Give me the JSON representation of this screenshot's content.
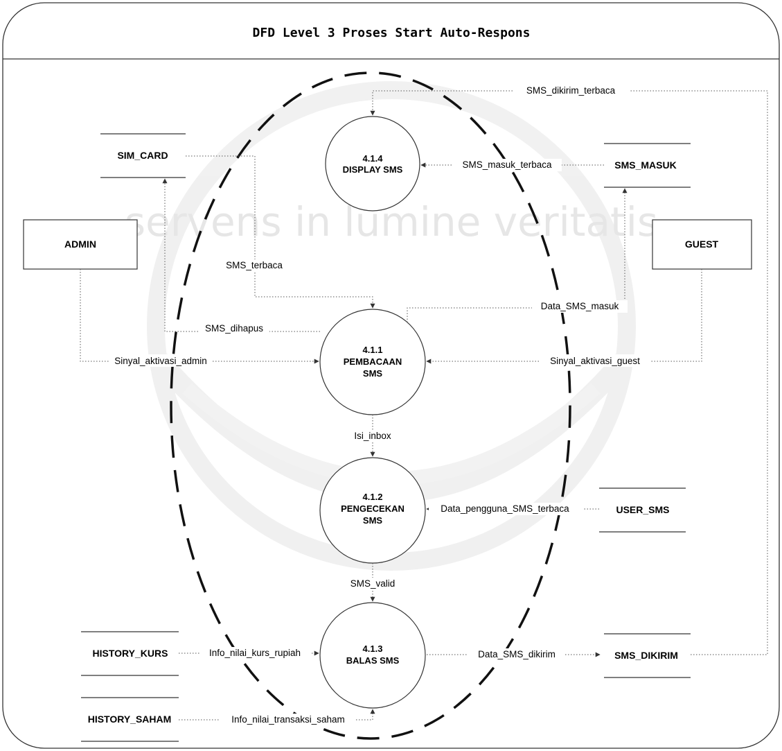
{
  "title": "DFD Level 3 Proses Start Auto-Respons",
  "watermark": "servens in lumine veritatis",
  "processes": {
    "p414": {
      "number": "4.1.4",
      "name": "DISPLAY SMS"
    },
    "p411": {
      "number": "4.1.1",
      "name_line1": "PEMBACAAN",
      "name_line2": "SMS"
    },
    "p412": {
      "number": "4.1.2",
      "name_line1": "PENGECEKAN",
      "name_line2": "SMS"
    },
    "p413": {
      "number": "4.1.3",
      "name": "BALAS SMS"
    }
  },
  "entities": {
    "admin": "ADMIN",
    "guest": "GUEST"
  },
  "stores": {
    "sim_card": "SIM_CARD",
    "sms_masuk": "SMS_MASUK",
    "user_sms": "USER_SMS",
    "history_kurs": "HISTORY_KURS",
    "history_saham": "HISTORY_SAHAM",
    "sms_dikirim": "SMS_DIKIRIM"
  },
  "flows": {
    "sms_dikirim_terbaca": "SMS_dikirim_terbaca",
    "sms_masuk_terbaca": "SMS_masuk_terbaca",
    "sms_terbaca": "SMS_terbaca",
    "sms_dihapus": "SMS_dihapus",
    "data_sms_masuk": "Data_SMS_masuk",
    "sinyal_aktivasi_admin": "Sinyal_aktivasi_admin",
    "sinyal_aktivasi_guest": "Sinyal_aktivasi_guest",
    "isi_inbox": "Isi_inbox",
    "data_pengguna": "Data_pengguna_SMS_terbaca",
    "sms_valid": "SMS_valid",
    "info_kurs": "Info_nilai_kurs_rupiah",
    "data_sms_dikirim": "Data_SMS_dikirim",
    "info_saham": "Info_nilai_transaksi_saham"
  }
}
